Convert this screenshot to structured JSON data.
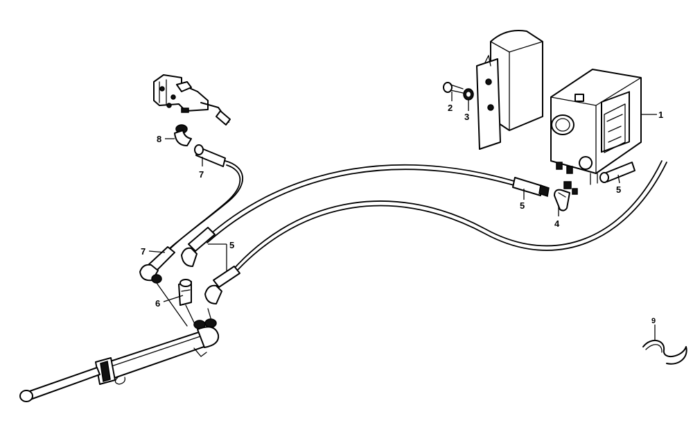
{
  "callouts": {
    "c1": "1",
    "c2": "2",
    "c3": "3",
    "c4": "4",
    "c5a": "5",
    "c5b": "5",
    "c5c": "5",
    "c6": "6",
    "c7a": "7",
    "c7b": "7",
    "c8": "8",
    "c9": "9"
  }
}
